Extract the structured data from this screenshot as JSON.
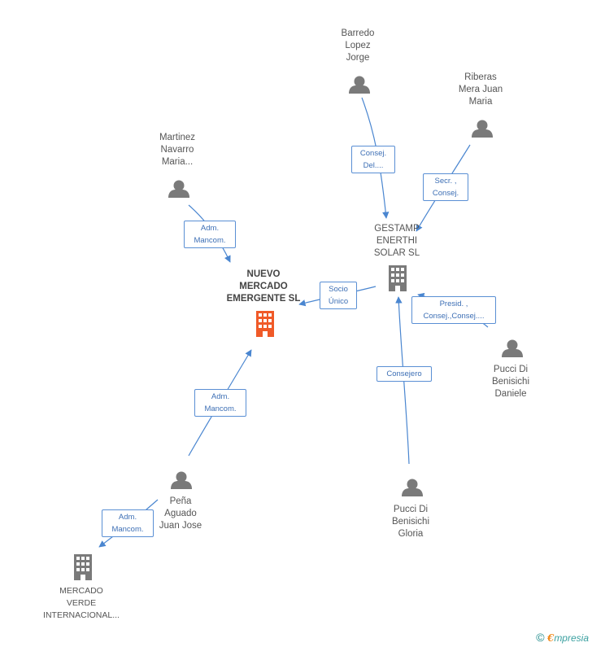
{
  "nodes": {
    "barredo": {
      "lines": [
        "Barredo",
        "Lopez",
        "Jorge"
      ]
    },
    "riberas": {
      "lines": [
        "Riberas",
        "Mera Juan",
        "Maria"
      ]
    },
    "martinez": {
      "lines": [
        "Martinez",
        "Navarro",
        "Maria..."
      ]
    },
    "gestamp": {
      "lines": [
        "GESTAMP",
        "ENERTHI",
        "SOLAR SL"
      ]
    },
    "nuevo": {
      "lines": [
        "NUEVO",
        "MERCADO",
        "EMERGENTE SL"
      ]
    },
    "pucci_daniele": {
      "lines": [
        "Pucci Di",
        "Benisichi",
        "Daniele"
      ]
    },
    "pena": {
      "lines": [
        "Peña",
        "Aguado",
        "Juan Jose"
      ]
    },
    "pucci_gloria": {
      "lines": [
        "Pucci Di",
        "Benisichi",
        "Gloria"
      ]
    },
    "mercado_verde": {
      "lines": [
        "MERCADO",
        "VERDE",
        "INTERNACIONAL..."
      ]
    }
  },
  "roles": {
    "barredo_gestamp": {
      "lines": [
        "Consej.",
        "Del...."
      ]
    },
    "riberas_gestamp": {
      "lines": [
        "Secr. ,",
        "Consej."
      ]
    },
    "martinez_nuevo": {
      "lines": [
        "Adm.",
        "Mancom."
      ]
    },
    "gestamp_nuevo": {
      "lines": [
        "Socio",
        "Único"
      ]
    },
    "daniele_gestamp": {
      "lines": [
        "Presid. ,",
        "Consej.,Consej...."
      ]
    },
    "pena_nuevo": {
      "lines": [
        "Adm.",
        "Mancom."
      ]
    },
    "gloria_gestamp": {
      "lines": [
        "Consejero"
      ]
    },
    "pena_verde": {
      "lines": [
        "Adm.",
        "Mancom."
      ]
    }
  },
  "brand": {
    "copyright": "©",
    "e": "€",
    "rest": "mpresia"
  },
  "colors": {
    "edge": "#4a86d0",
    "person": "#7a7a7a",
    "company": "#7a7a7a",
    "main_company": "#f05a28"
  }
}
